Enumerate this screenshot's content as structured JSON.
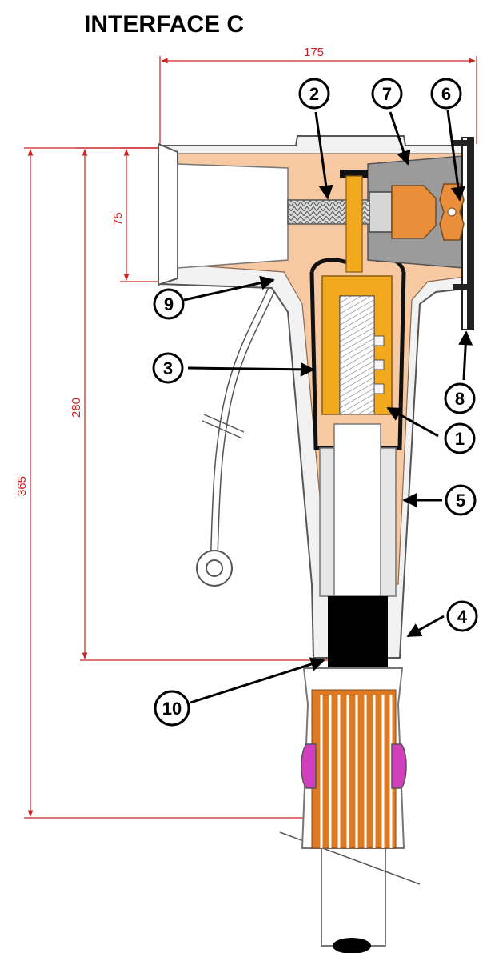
{
  "title": "INTERFACE C",
  "dimensions": [
    "175",
    "75",
    "280",
    "365"
  ],
  "callouts": [
    "1",
    "2",
    "3",
    "4",
    "5",
    "6",
    "7",
    "8",
    "9",
    "10"
  ],
  "colors": {
    "insulation": "#f6c9a2",
    "contact": "#f2a91e",
    "bolt_insert": "#e98e3a",
    "grey_insert": "#9b9b9b",
    "cable_insulation": "#e6e6e6",
    "conductor": "#e07a22",
    "ring_seal": "#d23fbd",
    "dimension_line": "#cc2222"
  }
}
